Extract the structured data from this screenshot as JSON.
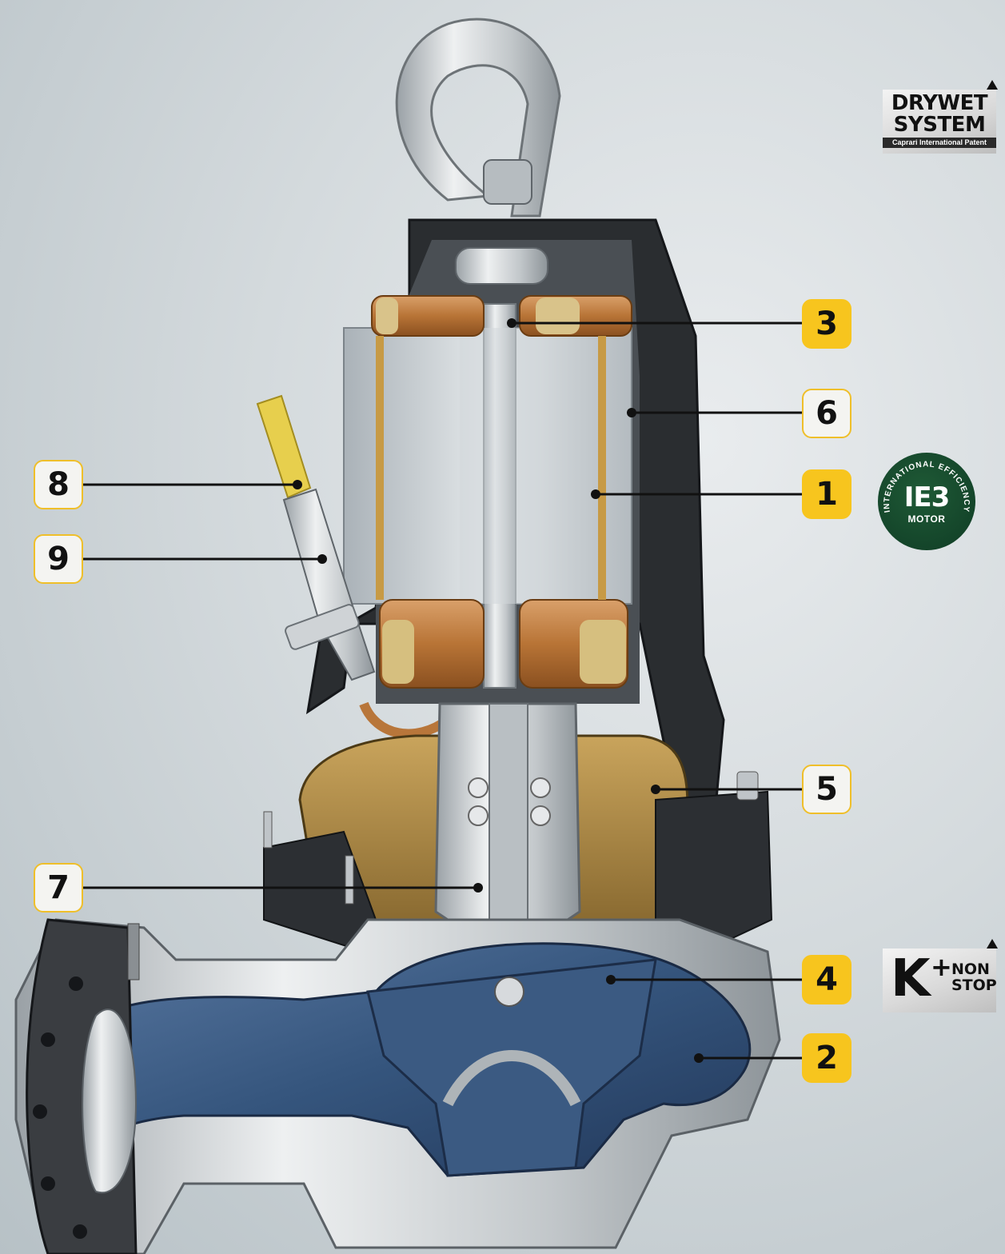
{
  "callouts": [
    {
      "id": "3",
      "text": "3",
      "style": "filled"
    },
    {
      "id": "6",
      "text": "6",
      "style": "outline"
    },
    {
      "id": "1",
      "text": "1",
      "style": "filled"
    },
    {
      "id": "8",
      "text": "8",
      "style": "outline"
    },
    {
      "id": "9",
      "text": "9",
      "style": "outline"
    },
    {
      "id": "5",
      "text": "5",
      "style": "outline"
    },
    {
      "id": "7",
      "text": "7",
      "style": "outline"
    },
    {
      "id": "4",
      "text": "4",
      "style": "filled"
    },
    {
      "id": "2",
      "text": "2",
      "style": "filled"
    }
  ],
  "badges": {
    "drywet": {
      "line1": "DRYWET",
      "line2": "SYSTEM",
      "line3": "Caprari International Patent"
    },
    "ie3": {
      "ring": "INTERNATIONAL EFFICIENCY",
      "core": "IE3",
      "sub": "MOTOR"
    },
    "knonstop": {
      "k": "K",
      "plus": "+",
      "non": "NON",
      "stop": "STOP"
    }
  },
  "colors": {
    "marker_filled": "#f7c51e",
    "marker_outline_border": "#efbf2a",
    "leader_line": "#111111",
    "ie3_green": "#14452a",
    "volute_blue": "#3f5f86",
    "oil_chamber": "#9a7a3a",
    "steel": "#c9cdd0"
  }
}
